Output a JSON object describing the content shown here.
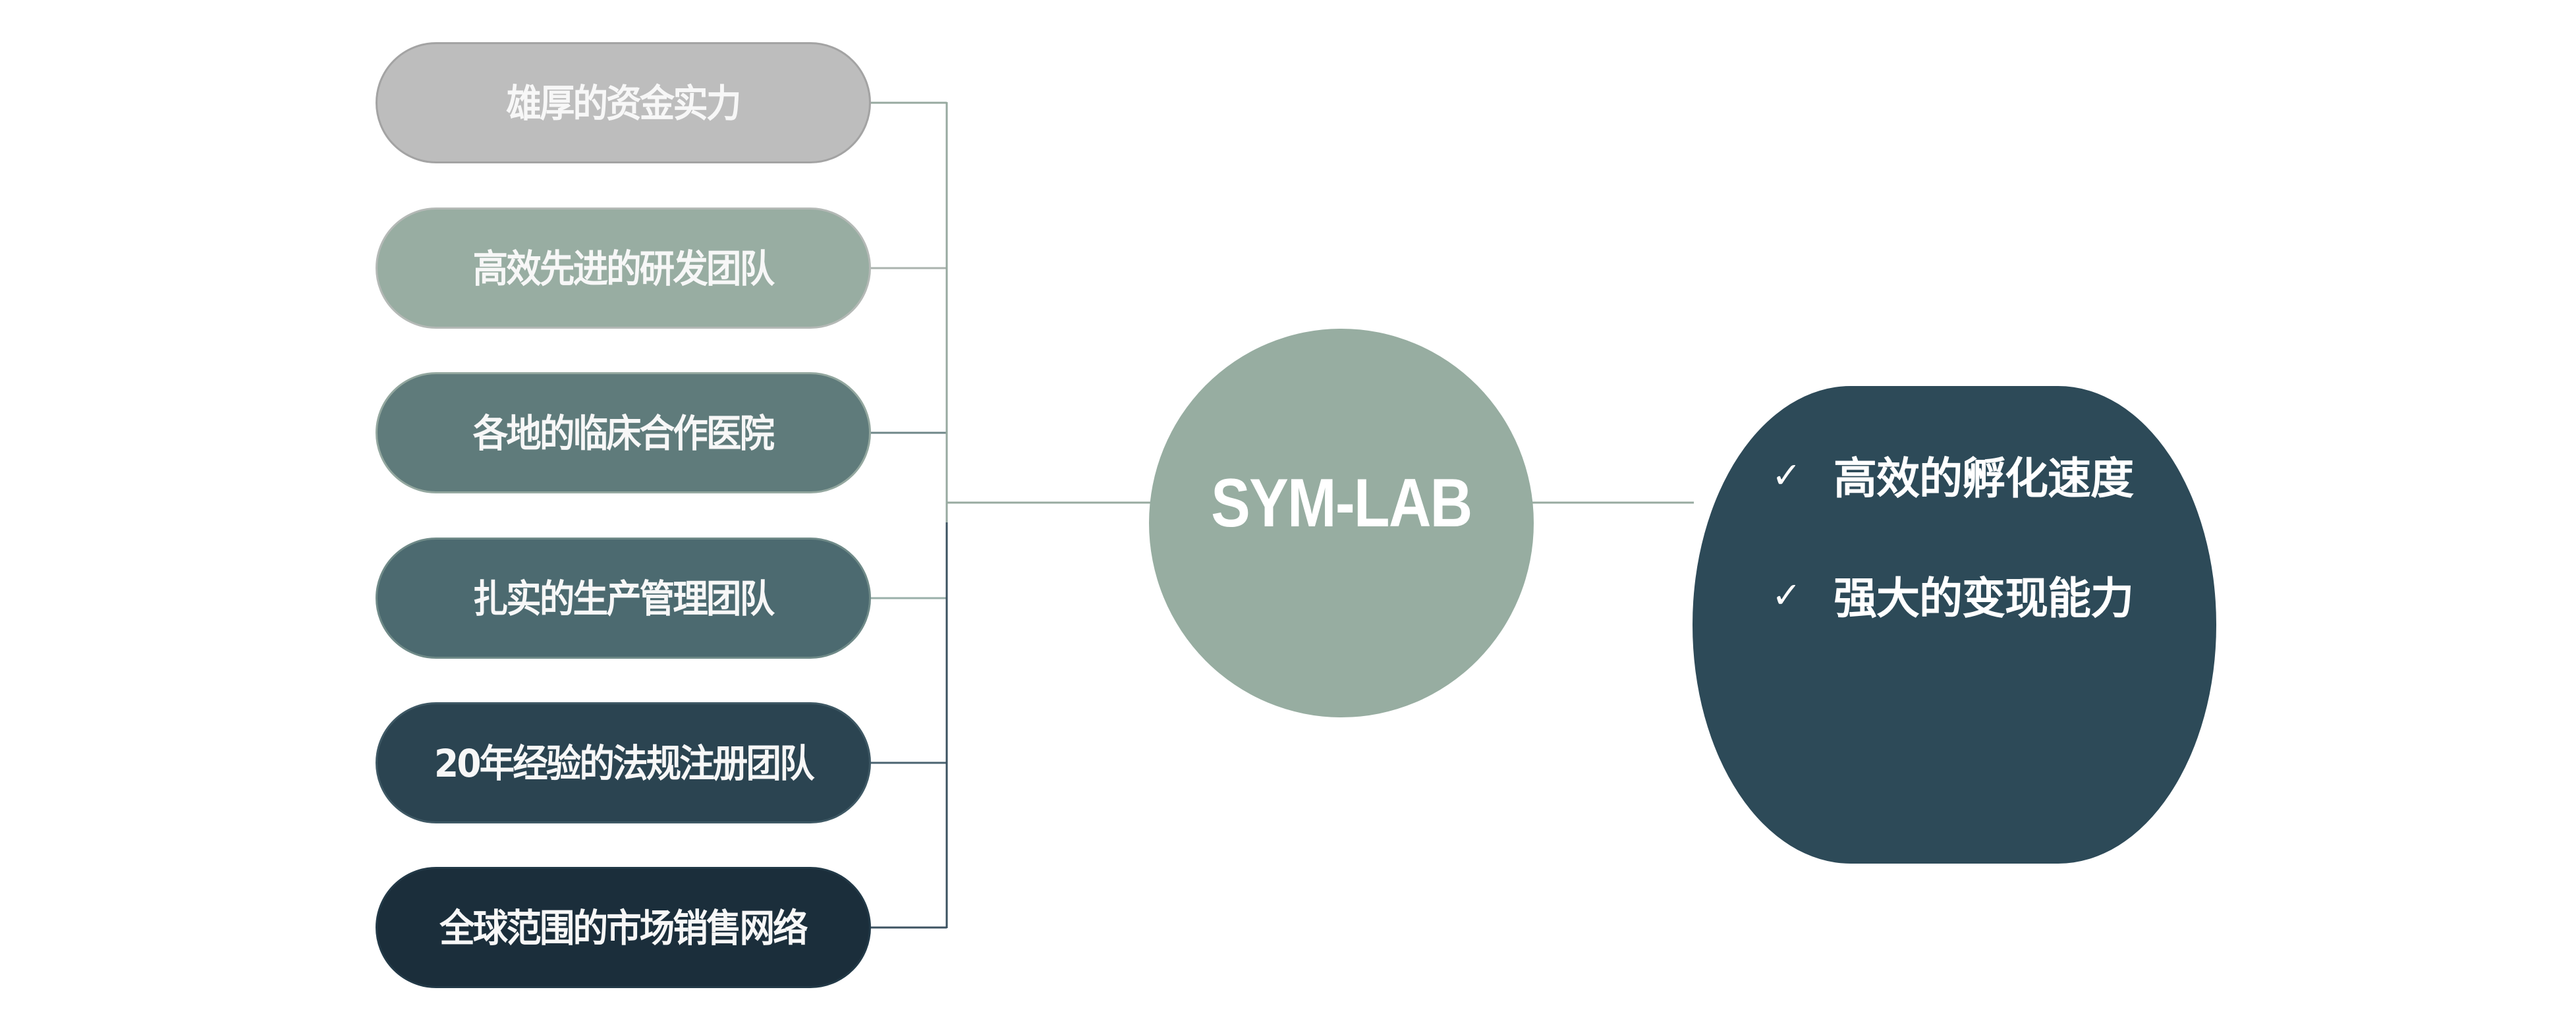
{
  "diagram": {
    "type": "hub-and-spoke",
    "hub": {
      "label": "SYM-LAB",
      "color": "#97ada1"
    },
    "strengths": [
      {
        "label": "雄厚的资金实力",
        "color": "#bdbdbd"
      },
      {
        "label": "高效先进的研发团队",
        "color": "#98ada2"
      },
      {
        "label": "各地的临床合作医院",
        "color": "#5f7b7b"
      },
      {
        "label": "扎实的生产管理团队",
        "color": "#4c6a70"
      },
      {
        "label": "20年经验的法规注册团队",
        "color": "#2b4451"
      },
      {
        "label": "全球范围的市场销售网络",
        "color": "#1b2e3b"
      }
    ],
    "outcomes": {
      "color": "#2d4a58",
      "items": [
        {
          "icon": "check-icon",
          "glyph": "✓",
          "label": "高效的孵化速度"
        },
        {
          "icon": "check-icon",
          "glyph": "✓",
          "label": "强大的变现能力"
        }
      ]
    },
    "connector_colors": {
      "upper": "#97aaa0",
      "lower": "#3b5260"
    }
  }
}
